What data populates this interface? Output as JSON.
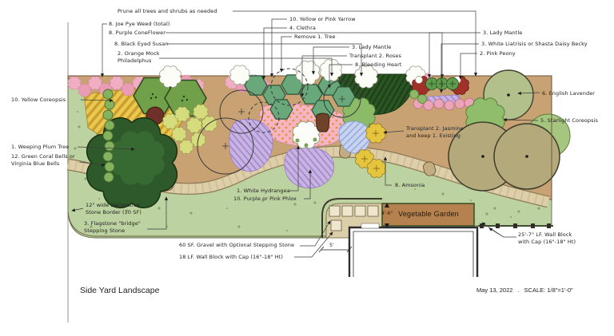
{
  "sheet": {
    "title": "Side Yard Landscape",
    "date": "May 13, 2022",
    "separator": ".",
    "scale": "SCALE: 1/8\"=1'-0\""
  },
  "annotations": {
    "prune": "Prune all trees and shrubs as needed",
    "joe_pye": "8. Joe Pye Weed (total)",
    "purple_coneflower": "8. Purple ConeFlower",
    "black_eyed_susan": "8. Black Eyed Susan",
    "orange_mock": "2. Orange Mock Philadelphus",
    "yarrow": "10. Yellow or Pink Yarrow",
    "clethra": "4. Clethra",
    "remove_tree": "Remove 1. Tree",
    "lady_mantle_mid": "3. Lady Mantle",
    "transplant_roses": "Transplant 2. Roses",
    "bleeding_heart": "8. Bleeding Heart",
    "lady_mantle_right": "3. Lady Mantle",
    "liatris": "3. White Liatrisis or Shasta Daisy Becky",
    "pink_peony": "2. Pink Peony",
    "english_lavender": "6. English Lavender",
    "starlight_coreopsis": "5. Starlight Coreopsis",
    "yellow_coreopsis": "10. Yellow Coreopsis",
    "weeping_plum": "1. Weeping Plum Tree",
    "coral_bells": "12. Green Coral Bells or Virginia Blue Bells",
    "transplant_jasmine": "Transplant 2. Jasmine and keep 1. Existing",
    "white_hydrangea": "1. White Hydrangea",
    "phlox": "10. Purple or Pink Phlox",
    "amsonia": "8. Amsonia",
    "stone_border": "12\" wide Decorative Stone Border (10 SF)",
    "flagstone": "3. Flagstone \"bridge\" Stepping Stone",
    "gravel": "60 SF. Gravel with Optional Stepping Stone",
    "wall_block_18": "18 LF. Wall Block with Cap (16\"-18\" Ht)",
    "wall_block_25": "25'-7\" LF. Wall Block with Cap (16\"-18\" Ht)",
    "vegetable_garden": "Vegetable Garden",
    "dim_4_6": "4'-6\"",
    "dim_5": "5'"
  },
  "colors": {
    "lawn": "#bcd2a0",
    "bed_soil": "#c9a273",
    "path_stone": "#decfa8",
    "yellow_coreopsis_hatch": "#eac94e",
    "purple_hatch": "#c8b4e2",
    "blue_amsonia": "#c7d3ef",
    "pink_bloom": "#f1aec2",
    "dark_shrub": "#2e5a2b",
    "hex_tree": "#71a04a",
    "olive_tree": "#b4a97a",
    "garden_soil": "#b5824f",
    "gravel": "#dbcfa9"
  }
}
